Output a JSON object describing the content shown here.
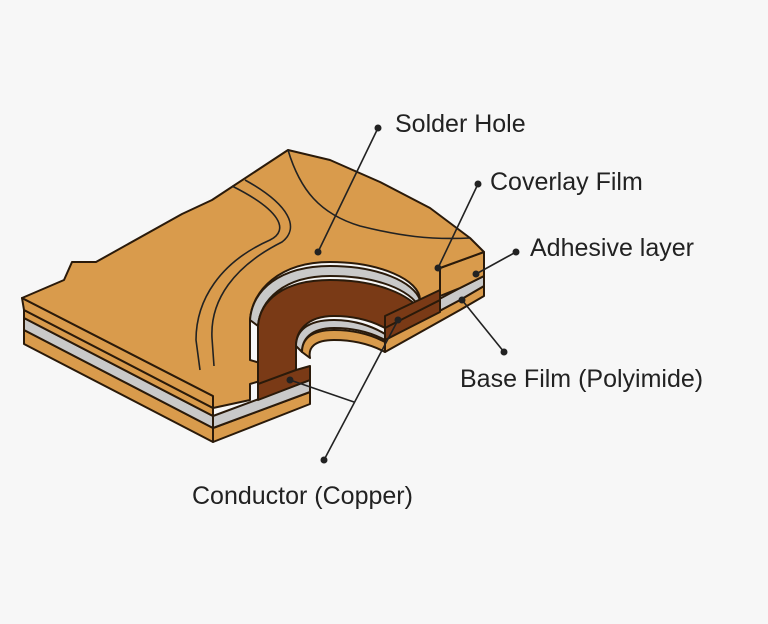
{
  "labels": {
    "solder_hole": "Solder Hole",
    "coverlay_film": "Coverlay Film",
    "adhesive_layer": "Adhesive layer",
    "base_film": "Base Film (Polyimide)",
    "conductor": "Conductor (Copper)"
  },
  "colors": {
    "background": "#f7f7f7",
    "film": "#d99b4c",
    "film_dark": "#c98a3c",
    "adhesive": "#c9c9c9",
    "copper": "#7a3a16",
    "outline": "#2a1a0a",
    "text": "#222222"
  }
}
